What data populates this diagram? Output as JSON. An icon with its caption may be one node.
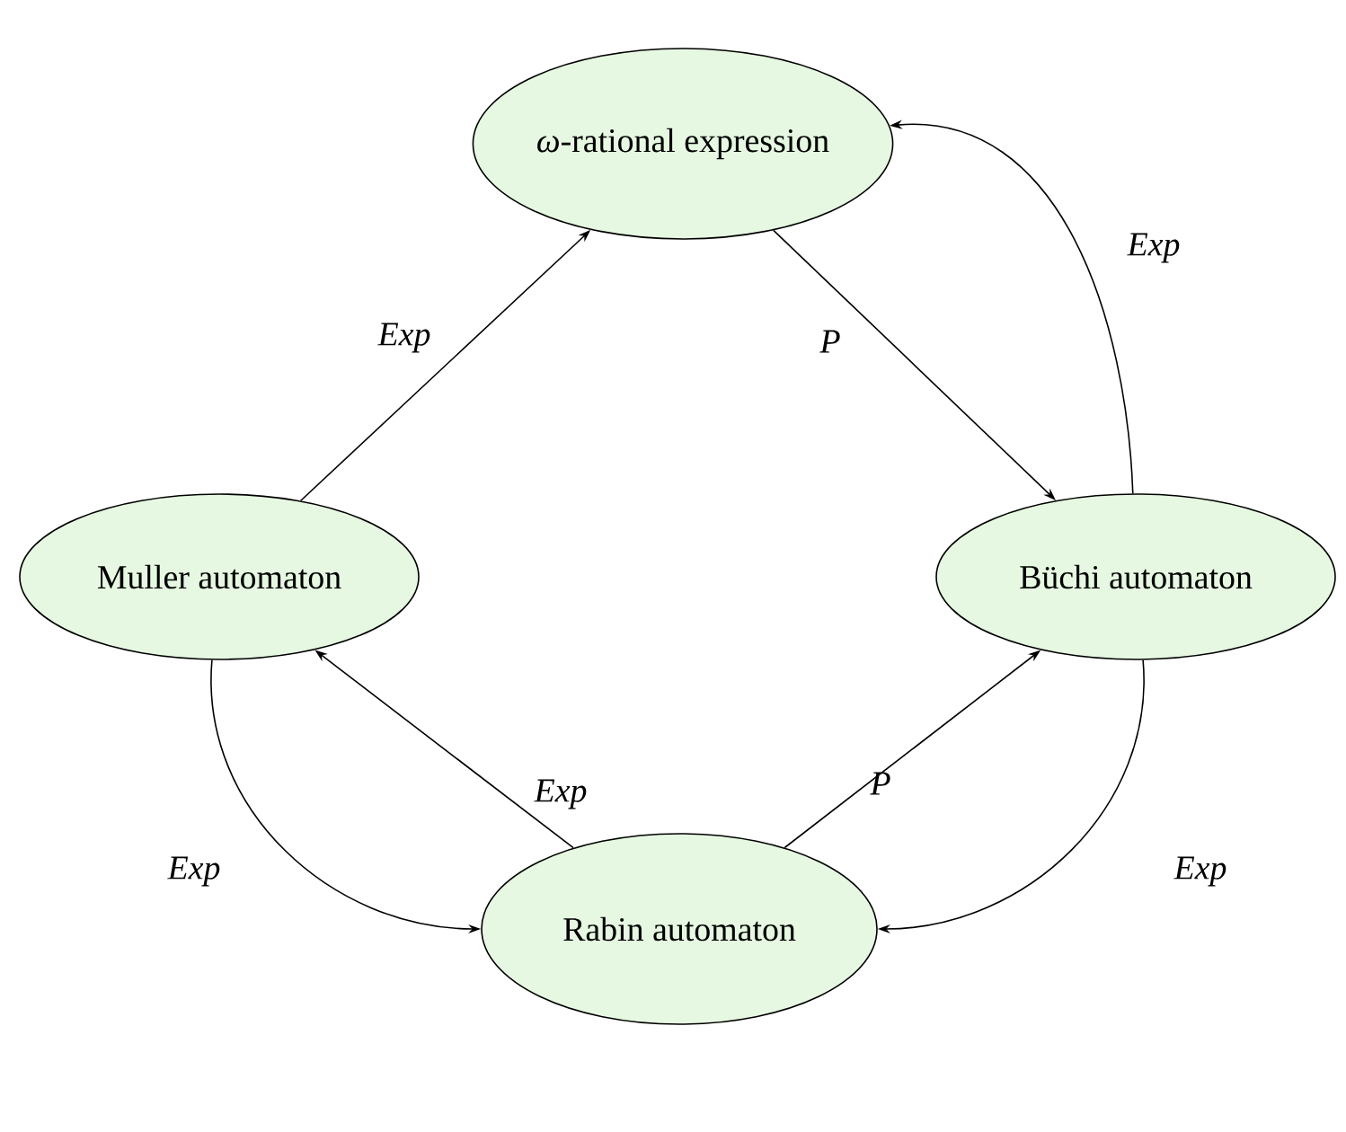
{
  "diagram": {
    "nodes": [
      {
        "text": [
          "*ω*-rational expression"
        ]
      },
      {
        "text": [
          "Muller automaton"
        ]
      },
      {
        "text": [
          "Büchi automaton"
        ]
      },
      {
        "text": [
          "Rabin automaton"
        ]
      }
    ],
    "edges": [
      {
        "from": 1,
        "to": 0,
        "arrow": "to",
        "label": "Exp"
      },
      {
        "from": 0,
        "to": 2,
        "arrow": "to",
        "label": "P"
      },
      {
        "from": 2,
        "to": 0,
        "arrow": "to",
        "label": "Exp"
      },
      {
        "from": 1,
        "to": 3,
        "arrow": "to",
        "label": "Exp"
      },
      {
        "from": 3,
        "to": 1,
        "arrow": "to",
        "label": "Exp"
      },
      {
        "from": 3,
        "to": 2,
        "arrow": "to",
        "label": "P"
      },
      {
        "from": 2,
        "to": 3,
        "arrow": "to",
        "label": "Exp"
      }
    ]
  }
}
